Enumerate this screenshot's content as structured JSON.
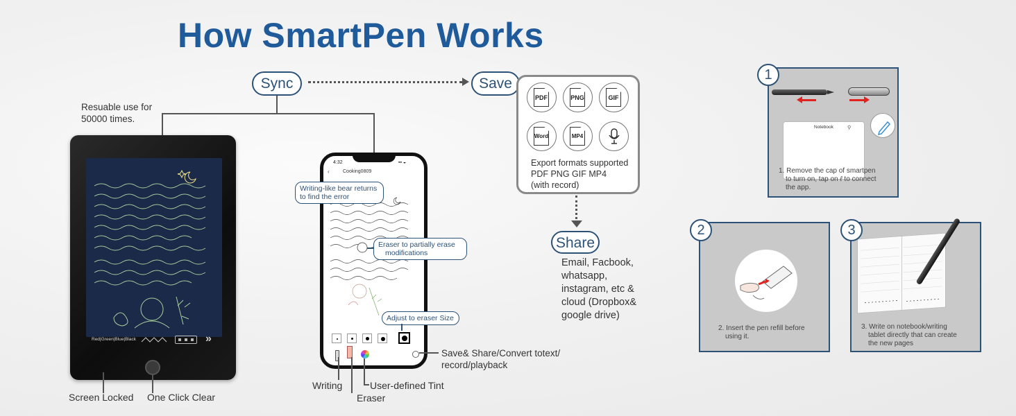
{
  "title": "How SmartPen Works",
  "flow": {
    "sync": "Sync",
    "save": "Save",
    "share": "Share"
  },
  "tablet": {
    "reusable_line1": "Resuable use for",
    "reusable_line2": "50000 times.",
    "screen_locked": "Screen Locked",
    "one_click_clear": "One Click Clear",
    "color_bar": "Red|Green|Blue|Black"
  },
  "phone": {
    "time": "4:32",
    "notebook_name": "Cooking0809",
    "callout_bear_1": "Writing-like bear returns",
    "callout_bear_2": "to find the error",
    "callout_eraser_1": "Eraser to partially erase",
    "callout_eraser_2": "modifications",
    "callout_size": "Adjust to eraser Size",
    "writing": "Writing",
    "eraser": "Eraser",
    "tint": "User-defined Tint",
    "save_share_1": "Save& Share/Convert totext/",
    "save_share_2": "record/playback"
  },
  "save_formats": {
    "items": [
      "PDF",
      "PNG",
      "GIF",
      "Word",
      "MP4"
    ],
    "caption_1": "Export formats supported",
    "caption_2": "PDF PNG GIF MP4",
    "caption_3": "(with record)"
  },
  "share": {
    "line1": "Email, Facbook,",
    "line2": "whatsapp,",
    "line3": "instagram, etc &",
    "line4": "cloud (Dropbox&",
    "line5": "google drive)"
  },
  "steps": [
    {
      "number": "1",
      "app_label": "Notebook",
      "cap1": "1. Remove the cap of smartpen",
      "cap2": "to turn on, tap on",
      "cap2b": "to connect",
      "cap3": "the app."
    },
    {
      "number": "2",
      "cap1": "2. Insert the pen refill before",
      "cap2": "using it."
    },
    {
      "number": "3",
      "cap1": "3. Write on notebook/writing",
      "cap2": "tablet directly that can create",
      "cap3": "the new pages"
    }
  ],
  "colors": {
    "brand_blue": "#1f5a9a",
    "outline_blue": "#2d5278",
    "arrow_red": "#e0231c"
  }
}
